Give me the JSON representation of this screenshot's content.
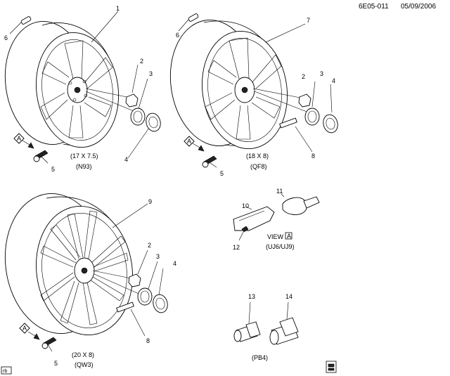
{
  "header": {
    "code": "6E05-011",
    "date": "05/09/2006"
  },
  "view_markers": {
    "a": "A"
  },
  "callouts": {
    "c1": "1",
    "c2": "2",
    "c3": "3",
    "c4": "4",
    "c5": "5",
    "c6": "6",
    "c7": "7",
    "c8": "8",
    "c9": "9",
    "c10": "10",
    "c11": "11",
    "c12": "12",
    "c13": "13",
    "c14": "14"
  },
  "captions": {
    "w1_size": "(17 X 7.5)",
    "w1_code": "(N93)",
    "w2_size": "(18 X 8)",
    "w2_code": "(QF8)",
    "w3_size": "(20 X 8)",
    "w3_code": "(QW3)",
    "view_label": "VIEW",
    "view_code": "(UJ6/UJ9)",
    "lock_code": "(PB4)"
  },
  "corner_tag": "rb"
}
